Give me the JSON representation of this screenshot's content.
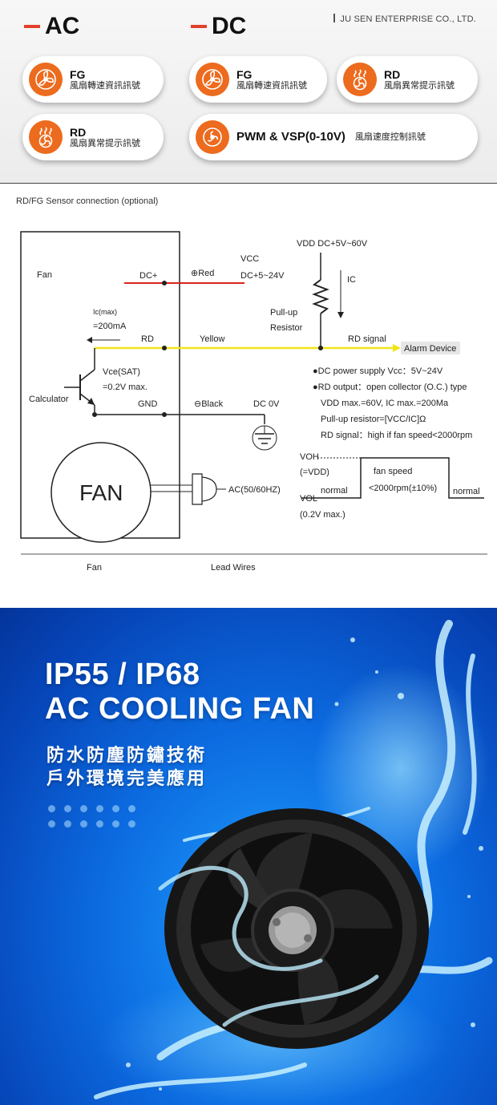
{
  "top": {
    "ac_heading": "AC",
    "dc_heading": "DC",
    "company": "JU SEN ENTERPRISE CO., LTD.",
    "ac_items": [
      {
        "title": "FG",
        "desc": "風扇轉速資訊訊號"
      },
      {
        "title": "RD",
        "desc": "風扇異常提示訊號"
      }
    ],
    "dc_items": [
      {
        "title": "FG",
        "desc": "風扇轉速資訊訊號"
      },
      {
        "title": "RD",
        "desc": "風扇異常提示訊號"
      },
      {
        "title": "PWM & VSP(0-10V)",
        "desc": "風扇速度控制訊號"
      }
    ]
  },
  "diagram": {
    "title": "RD/FG Sensor connection (optional)",
    "fan_label": "Fan",
    "dc_plus": "DC+",
    "red": "⊕Red",
    "vcc": "VCC",
    "vcc_range": "DC+5~24V",
    "vdd_top": "VDD DC+5V~60V",
    "ic": "IC",
    "ic_max": "Ic(max)",
    "ic_value": "=200mA",
    "rd": "RD",
    "yellow": "Yellow",
    "pullup1": "Pull-up",
    "pullup2": "Resistor",
    "rd_signal": "RD signal",
    "alarm": "Alarm Device",
    "vce": "Vce(SAT)",
    "vce_value": "=0.2V max.",
    "calculator": "Calculator",
    "gnd": "GND",
    "black": "⊖Black",
    "dc0v": "DC 0V",
    "fan_big": "FAN",
    "ac_label": "AC(50/60HZ)",
    "notes": [
      "●DC power supply Vcc：5V~24V",
      "●RD output：open collector (O.C.) type",
      "VDD max.=60V, IC max.=200Ma",
      "Pull-up resistor=[VCC/IC]Ω",
      "RD signal：high if fan speed<2000rpm"
    ],
    "voh": "VOH",
    "eq_vdd": "(=VDD)",
    "normal": "normal",
    "vol": "VOL",
    "vol_val": "(0.2V max.)",
    "fan_speed1": "fan speed",
    "fan_speed2": "<2000rpm(±10%)",
    "footer_fan": "Fan",
    "footer_wires": "Lead Wires"
  },
  "hero": {
    "title_line1": "IP55 / IP68",
    "title_line2": "AC COOLING FAN",
    "sub_line1": "防水防塵防鏽技術",
    "sub_line2": "戶外環境完美應用"
  },
  "colors": {
    "accent_orange": "#ec6b1e",
    "accent_red": "#e2402a",
    "wire_red": "#d9241c",
    "wire_yellow": "#f2e41a",
    "hero_blue": "#0c6be0"
  }
}
